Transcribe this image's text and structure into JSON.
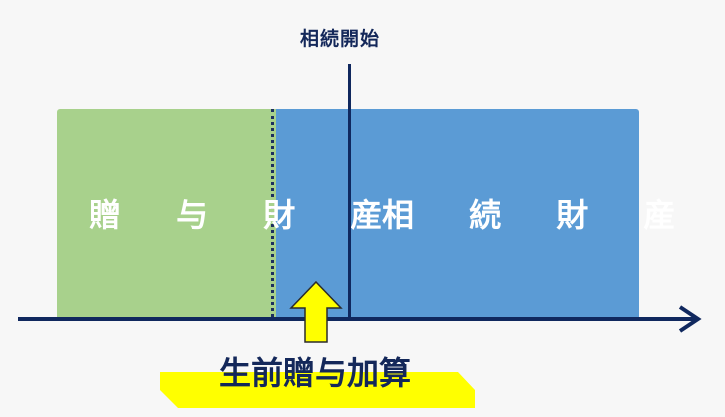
{
  "diagram": {
    "inheritance_start_label": "相続開始",
    "gift_property_label": "贈 与 財 産",
    "inherited_property_label": "相 続 財 産",
    "pre_death_gift_addition_label": "生前贈与加算"
  },
  "colors": {
    "gift_block": "#a8d18c",
    "inheritance_block": "#5b9bd5",
    "timeline": "#10285e",
    "highlight": "#ffff00",
    "arrow": "#ffff00"
  },
  "icons": {
    "timeline_arrow": "arrow-right-icon",
    "addition_arrow": "arrow-up-icon"
  }
}
